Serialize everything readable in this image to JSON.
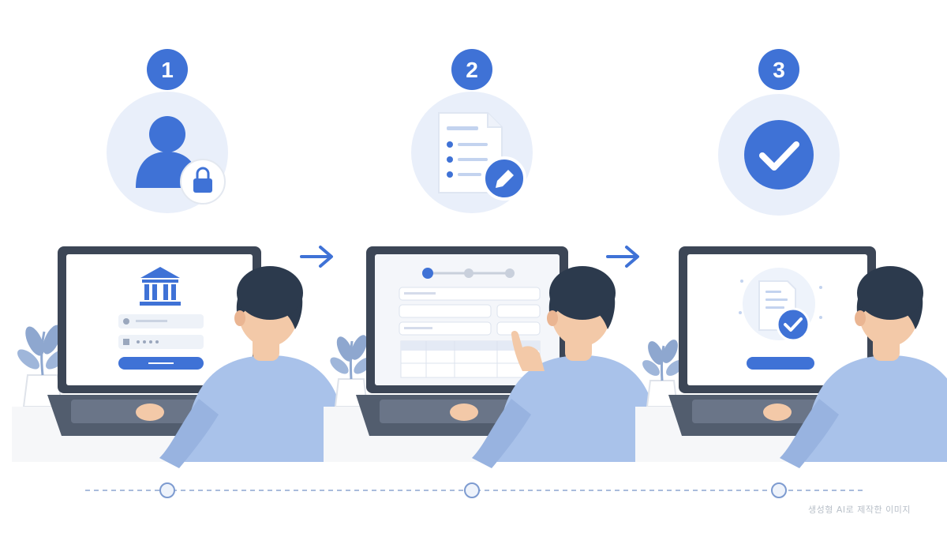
{
  "steps": [
    {
      "number": "1",
      "icon": "user-lock-icon",
      "screen": "bank-login-screen"
    },
    {
      "number": "2",
      "icon": "document-edit-icon",
      "screen": "form-steps-screen"
    },
    {
      "number": "3",
      "icon": "checkmark-icon",
      "screen": "confirmation-screen"
    }
  ],
  "arrows": [
    "arrow-right-icon",
    "arrow-right-icon"
  ],
  "timeline": {
    "stops": 3
  },
  "watermark": "생성형 AI로 제작한 이미지",
  "colors": {
    "accent": "#3f72d6",
    "accent_light": "#e9effa",
    "shirt": "#a9c2ea",
    "hair": "#2c3a4d",
    "laptop": "#3c4656",
    "chair": "#3f5678",
    "plant": "#8ea7cf"
  }
}
